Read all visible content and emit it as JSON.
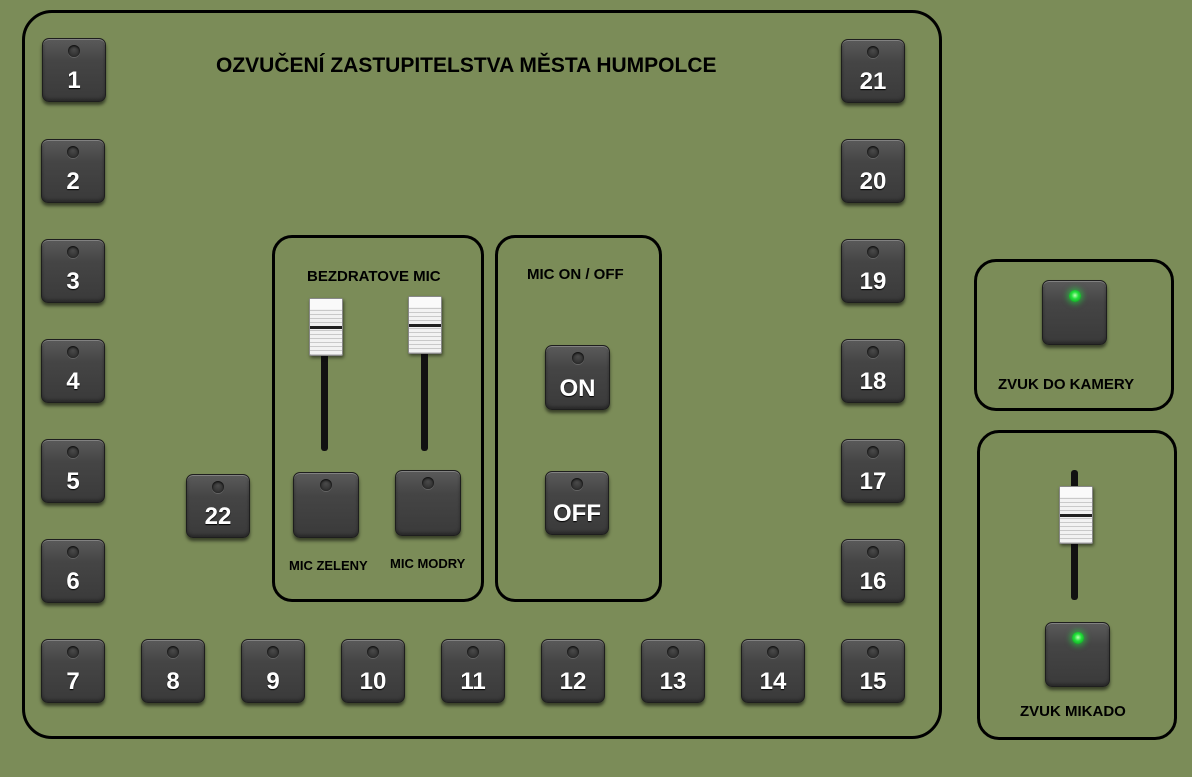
{
  "main_panel": {
    "title": "OZVUČENÍ ZASTUPITELSTVA MĚSTA HUMPOLCE"
  },
  "channels": [
    "1",
    "2",
    "3",
    "4",
    "5",
    "6",
    "7",
    "8",
    "9",
    "10",
    "11",
    "12",
    "13",
    "14",
    "15",
    "16",
    "17",
    "18",
    "19",
    "20",
    "21",
    "22"
  ],
  "wireless_mic": {
    "title": "BEZDRATOVE MIC",
    "green_label": "MIC ZELENY",
    "blue_label": "MIC MODRY"
  },
  "mic_on_off": {
    "title": "MIC ON / OFF",
    "on_label": "ON",
    "off_label": "OFF"
  },
  "camera": {
    "label": "ZVUK DO KAMERY",
    "led_active": true
  },
  "mikado": {
    "label": "ZVUK MIKADO",
    "led_active": true
  },
  "colors": {
    "background": "#7b8c58",
    "button": "#454545",
    "led_active": "#22e03a"
  }
}
